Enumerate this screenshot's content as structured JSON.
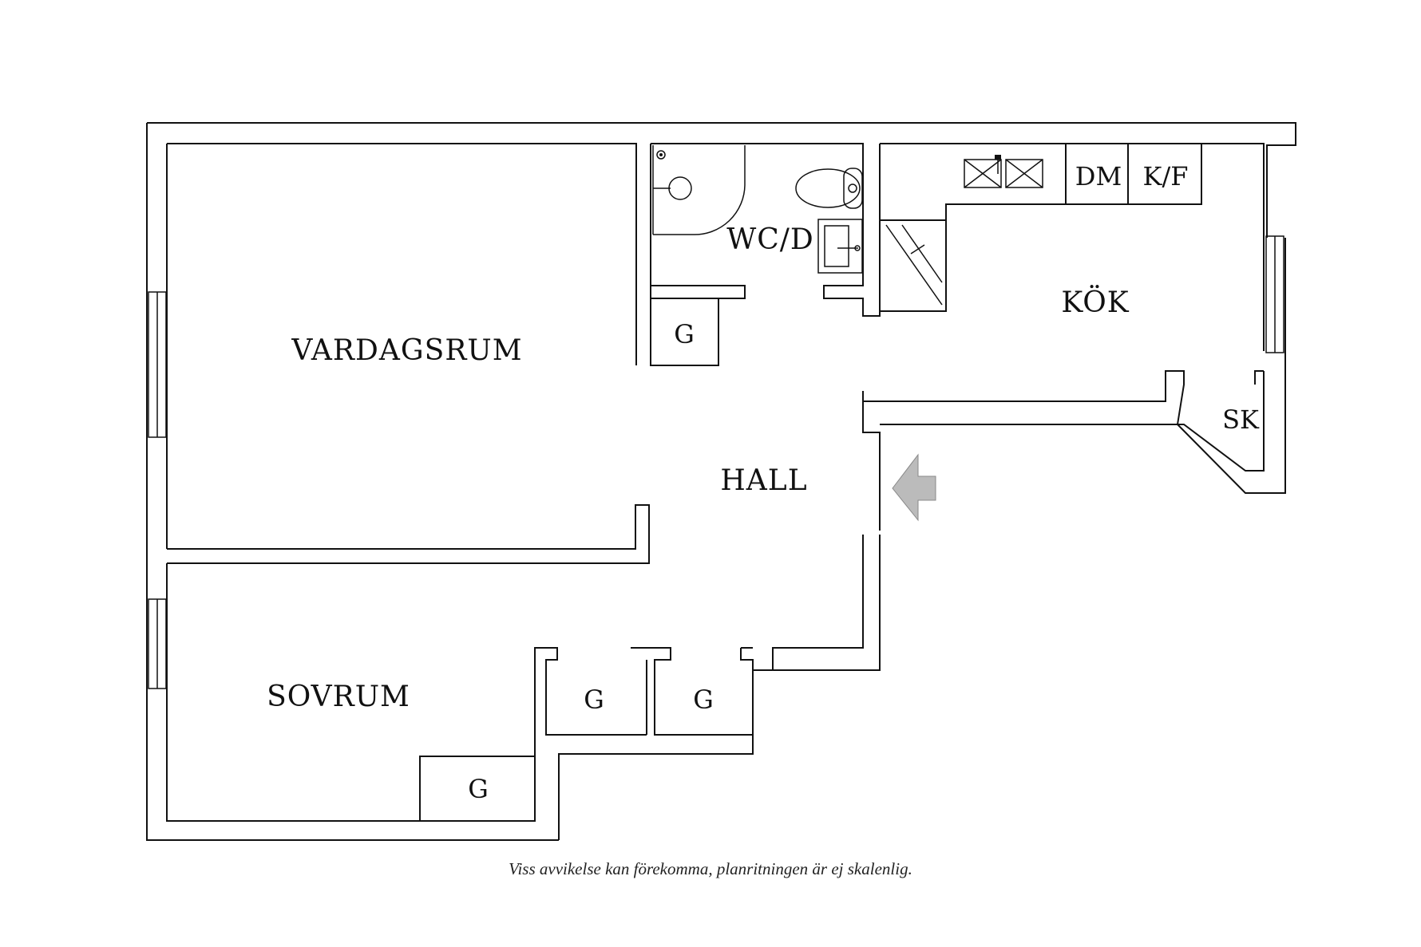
{
  "rooms": {
    "vardagsrum": "VARDAGSRUM",
    "wc": "WC/D",
    "kok": "KÖK",
    "hall": "HALL",
    "sovrum": "SOVRUM",
    "sk": "SK",
    "dm": "DM",
    "kf": "K/F",
    "g1": "G",
    "g2": "G",
    "g3": "G",
    "g4": "G"
  },
  "disclaimer": "Viss avvikelse kan förekomma, planritningen är ej skalenlig.",
  "colors": {
    "wall": "#111111",
    "entrance_arrow": "#bbbbbb"
  },
  "icons": [
    "shower-icon",
    "toilet-icon",
    "sink-icon",
    "stove-icon",
    "stair-icon",
    "entrance-arrow-icon",
    "window-icon"
  ]
}
